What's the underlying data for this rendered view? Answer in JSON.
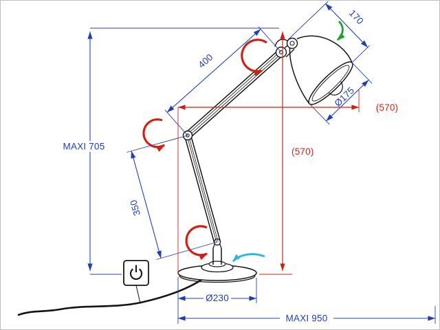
{
  "diagram": {
    "type": "technical-dimension-drawing",
    "subject": "articulated desk lamp",
    "labels": {
      "max_height": "MAXI 705",
      "upper_arm_length": "400",
      "lower_arm_length": "350",
      "head_depth": "170",
      "shade_diameter": "Ø175",
      "reach_570": "(570)",
      "height_570": "(570)",
      "base_diameter": "Ø230",
      "max_reach": "MAXI 950"
    },
    "icons": {
      "power_button": "power-symbol"
    },
    "colors": {
      "dimension_primary_blue": "#2140b0",
      "dimension_secondary_red": "#cc2214",
      "rotation_arrow_red": "#cc2214",
      "tilt_arrow_green": "#1fa12e",
      "swivel_arrow_cyan": "#35b6d9",
      "drawing_black": "#141414",
      "background": "#ffffff"
    }
  }
}
